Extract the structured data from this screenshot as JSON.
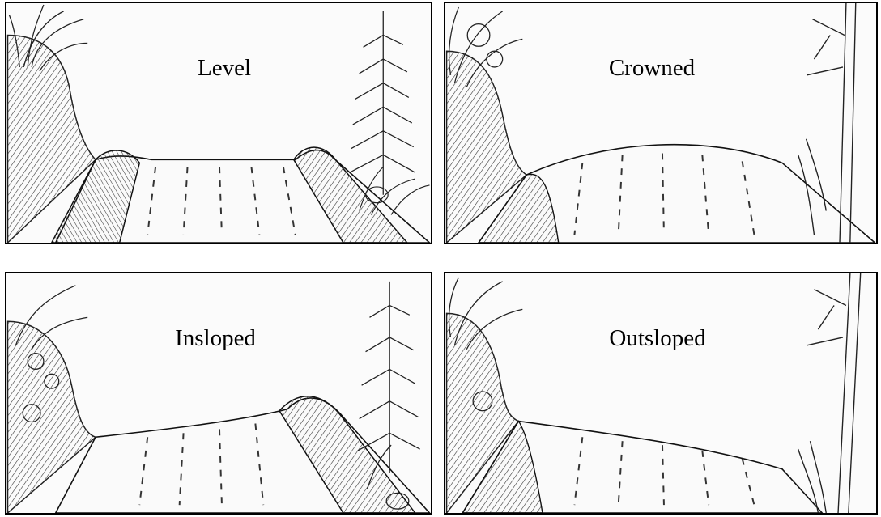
{
  "panels": [
    {
      "label": "Level"
    },
    {
      "label": "Crowned"
    },
    {
      "label": "Insloped"
    },
    {
      "label": "Outsloped"
    }
  ]
}
